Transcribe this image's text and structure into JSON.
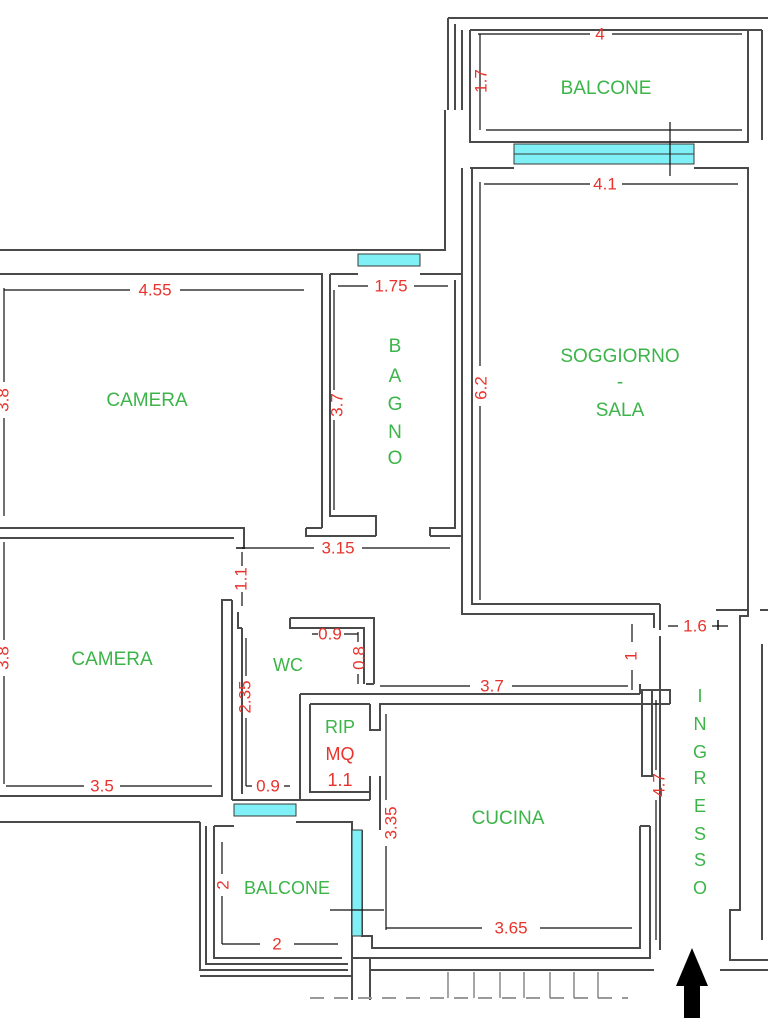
{
  "rooms": {
    "balcone_top": "BALCONE",
    "soggiorno_line1": "SOGGIORNO",
    "soggiorno_line2": "-",
    "soggiorno_line3": "SALA",
    "camera_top": "CAMERA",
    "camera_bottom": "CAMERA",
    "bagno_letters": [
      "B",
      "A",
      "G",
      "N",
      "O"
    ],
    "wc": "WC",
    "rip_line1": "RIP",
    "cucina": "CUCINA",
    "balcone_bottom": "BALCONE",
    "ingresso_letters": [
      "I",
      "N",
      "G",
      "R",
      "E",
      "S",
      "S",
      "O"
    ]
  },
  "ripostiglio": {
    "unit": "MQ",
    "area": "1.1"
  },
  "dimensions": {
    "balcone_top_width": "4",
    "balcone_top_depth": "1.7",
    "soggiorno_width": "4.1",
    "soggiorno_depth": "6.2",
    "camera_top_width": "4.55",
    "camera_top_depth": "3.8",
    "bagno_width": "1.75",
    "bagno_depth": "3.7",
    "corridor_width": "3.15",
    "corridor_a": "1.1",
    "camera_bottom_depth": "3.8",
    "camera_bottom_width": "3.5",
    "wc_width": "0.9",
    "wc_depth": "0.8",
    "corridor_length": "3.7",
    "corridor_b": "2.35",
    "corridor_c": "0.9",
    "ingresso_width": "1.6",
    "ingresso_step": "1",
    "ingresso_depth": "4.7",
    "cucina_depth": "3.35",
    "cucina_width": "3.65",
    "balcone_bottom_depth": "2",
    "balcone_bottom_width": "2"
  }
}
